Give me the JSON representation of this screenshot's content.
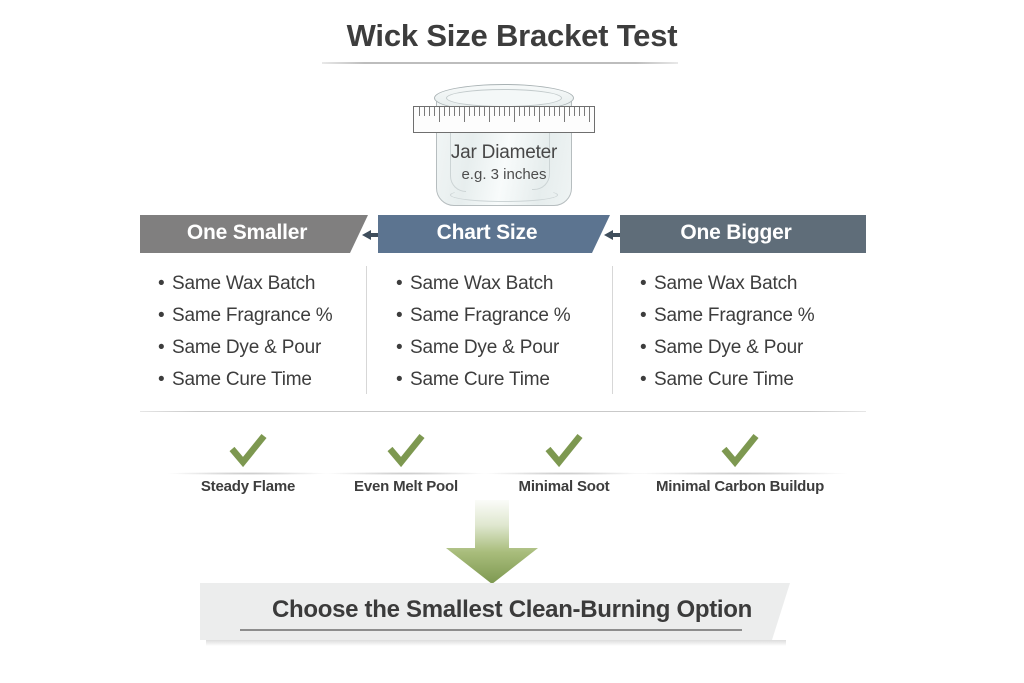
{
  "title": "Wick Size Bracket Test",
  "jar": {
    "label": "Jar Diameter",
    "sublabel": "e.g. 3 inches",
    "ruler_icon": "ruler-icon",
    "jar_icon": "candle-jar-icon"
  },
  "columns": [
    {
      "header": "One Smaller",
      "color": "#807f7f",
      "bullets": [
        "Same Wax Batch",
        "Same Fragrance %",
        "Same Dye & Pour",
        "Same Cure Time"
      ]
    },
    {
      "header": "Chart Size",
      "color": "#5c7490",
      "bullets": [
        "Same Wax Batch",
        "Same Fragrance %",
        "Same Dye & Pour",
        "Same Cure Time"
      ]
    },
    {
      "header": "One Bigger",
      "color": "#5f6d79",
      "bullets": [
        "Same Wax Batch",
        "Same Fragrance %",
        "Same Dye & Pour",
        "Same Cure Time"
      ]
    }
  ],
  "checks": [
    {
      "label": "Steady Flame",
      "icon": "check-icon"
    },
    {
      "label": "Even Melt Pool",
      "icon": "check-icon"
    },
    {
      "label": "Minimal Soot",
      "icon": "check-icon"
    },
    {
      "label": "Minimal Carbon Buildup",
      "icon": "check-icon"
    }
  ],
  "arrow": {
    "icon": "down-arrow-icon",
    "color": "#7d9850"
  },
  "conclusion": "Choose the Smallest Clean-Burning Option",
  "colors": {
    "background": "#ffffff",
    "text": "#3d3d3d",
    "check_green": "#7d9850",
    "banner_gray": "#807f7f",
    "banner_blue": "#5c7490",
    "banner_slate": "#5f6d79",
    "bottom_banner": "#eceded"
  }
}
